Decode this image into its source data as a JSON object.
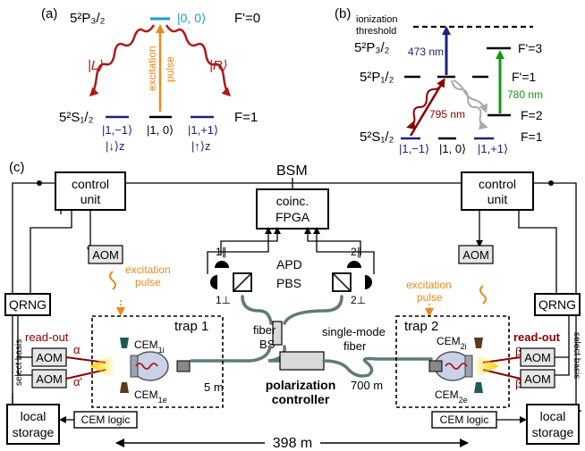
{
  "panel_a": {
    "label": "(a)",
    "level_top": "5²P₃/₂",
    "level_bottom": "5²S₁/₂",
    "state_top": "|0, 0⟩",
    "fprime": "F'=0",
    "f1": "F=1",
    "left_pol": "|L⟩",
    "right_pol": "|R⟩",
    "excitation": "excitation",
    "pulse": "pulse",
    "s_minus": "|1,−1⟩",
    "s_zero": "|1, 0⟩",
    "s_plus": "|1,+1⟩",
    "down_z": "|↓⟩z",
    "up_z": "|↑⟩z"
  },
  "panel_b": {
    "label": "(b)",
    "ionization": "ionization",
    "threshold": "threshold",
    "p32": "5²P₃/₂",
    "p12": "5²P₁/₂",
    "s12": "5²S₁/₂",
    "nm473": "473 nm",
    "nm795": "795 nm",
    "nm780": "780 nm",
    "f3": "F'=3",
    "f1p": "F'=1",
    "f2": "F=2",
    "f1": "F=1",
    "s_minus": "|1,−1⟩",
    "s_zero": "|1, 0⟩",
    "s_plus": "|1,+1⟩"
  },
  "panel_c": {
    "label": "(c)",
    "bsm": "BSM",
    "control_unit_left": [
      "control",
      "unit"
    ],
    "control_unit_right": [
      "control",
      "unit"
    ],
    "coinc": [
      "coinc.",
      "FPGA"
    ],
    "aom": "AOM",
    "qrng": "QRNG",
    "apd": "APD",
    "pbs": "PBS",
    "det_1par": "1∥",
    "det_2par": "2∥",
    "det_1perp": "1⊥",
    "det_2perp": "2⊥",
    "excitation_pulse": [
      "excitation",
      "pulse"
    ],
    "trap1": "trap 1",
    "trap2": "trap 2",
    "fiber_bs": [
      "fiber",
      "BS"
    ],
    "single_mode": [
      "single-mode",
      "fiber"
    ],
    "read_out": "read-out",
    "alpha": "α",
    "alpha_p": "α'",
    "beta": "β",
    "beta_p": "β'",
    "cem_1i": "CEM1i",
    "cem_1e": "CEM1e",
    "cem_2i": "CEM2i",
    "cem_2e": "CEM2e",
    "dist_5m": "5 m",
    "dist_700m": "700 m",
    "polarization": [
      "polarization",
      "controller"
    ],
    "cem_logic": "CEM logic",
    "local_storage": [
      "local",
      "storage"
    ],
    "select_basis": "select basis",
    "distance": "398 m"
  },
  "colors": {
    "dark_red": "#8b0000",
    "navy": "#1a237e",
    "orange": "#e98a1c",
    "teal_level": "#1a9fc9",
    "green": "#119911",
    "fiber": "#5f7a7a",
    "cem_teal": "#1f5a5a",
    "cem_brown": "#5b3b1a"
  }
}
